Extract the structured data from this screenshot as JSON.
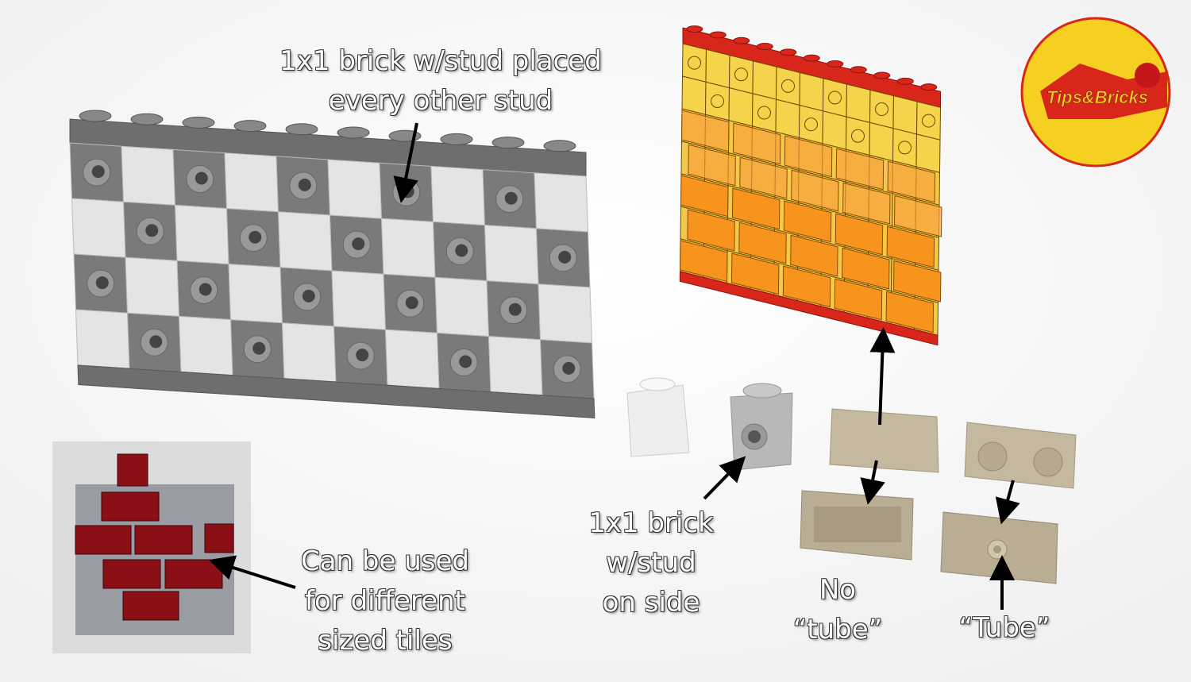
{
  "labels": {
    "top_line1": "1x1 brick w/stud placed",
    "top_line2": "every other stud",
    "tiles_line1": "Can be used",
    "tiles_line2": "for different",
    "tiles_line3": "sized tiles",
    "side_line1": "1x1 brick",
    "side_line2": "w/stud",
    "side_line3": "on side",
    "notube_line1": "No",
    "notube_line2": "“tube”",
    "tube_line1": "“Tube”"
  },
  "logo": {
    "text": "Tips&Bricks"
  },
  "colors": {
    "gray_dark": "#7a7a7a",
    "gray_light": "#e4e4e4",
    "yellow": "#f5d34a",
    "orange": "#f7941d",
    "red": "#d8261a",
    "tan": "#bdb39a",
    "dark_red": "#8a1016"
  }
}
